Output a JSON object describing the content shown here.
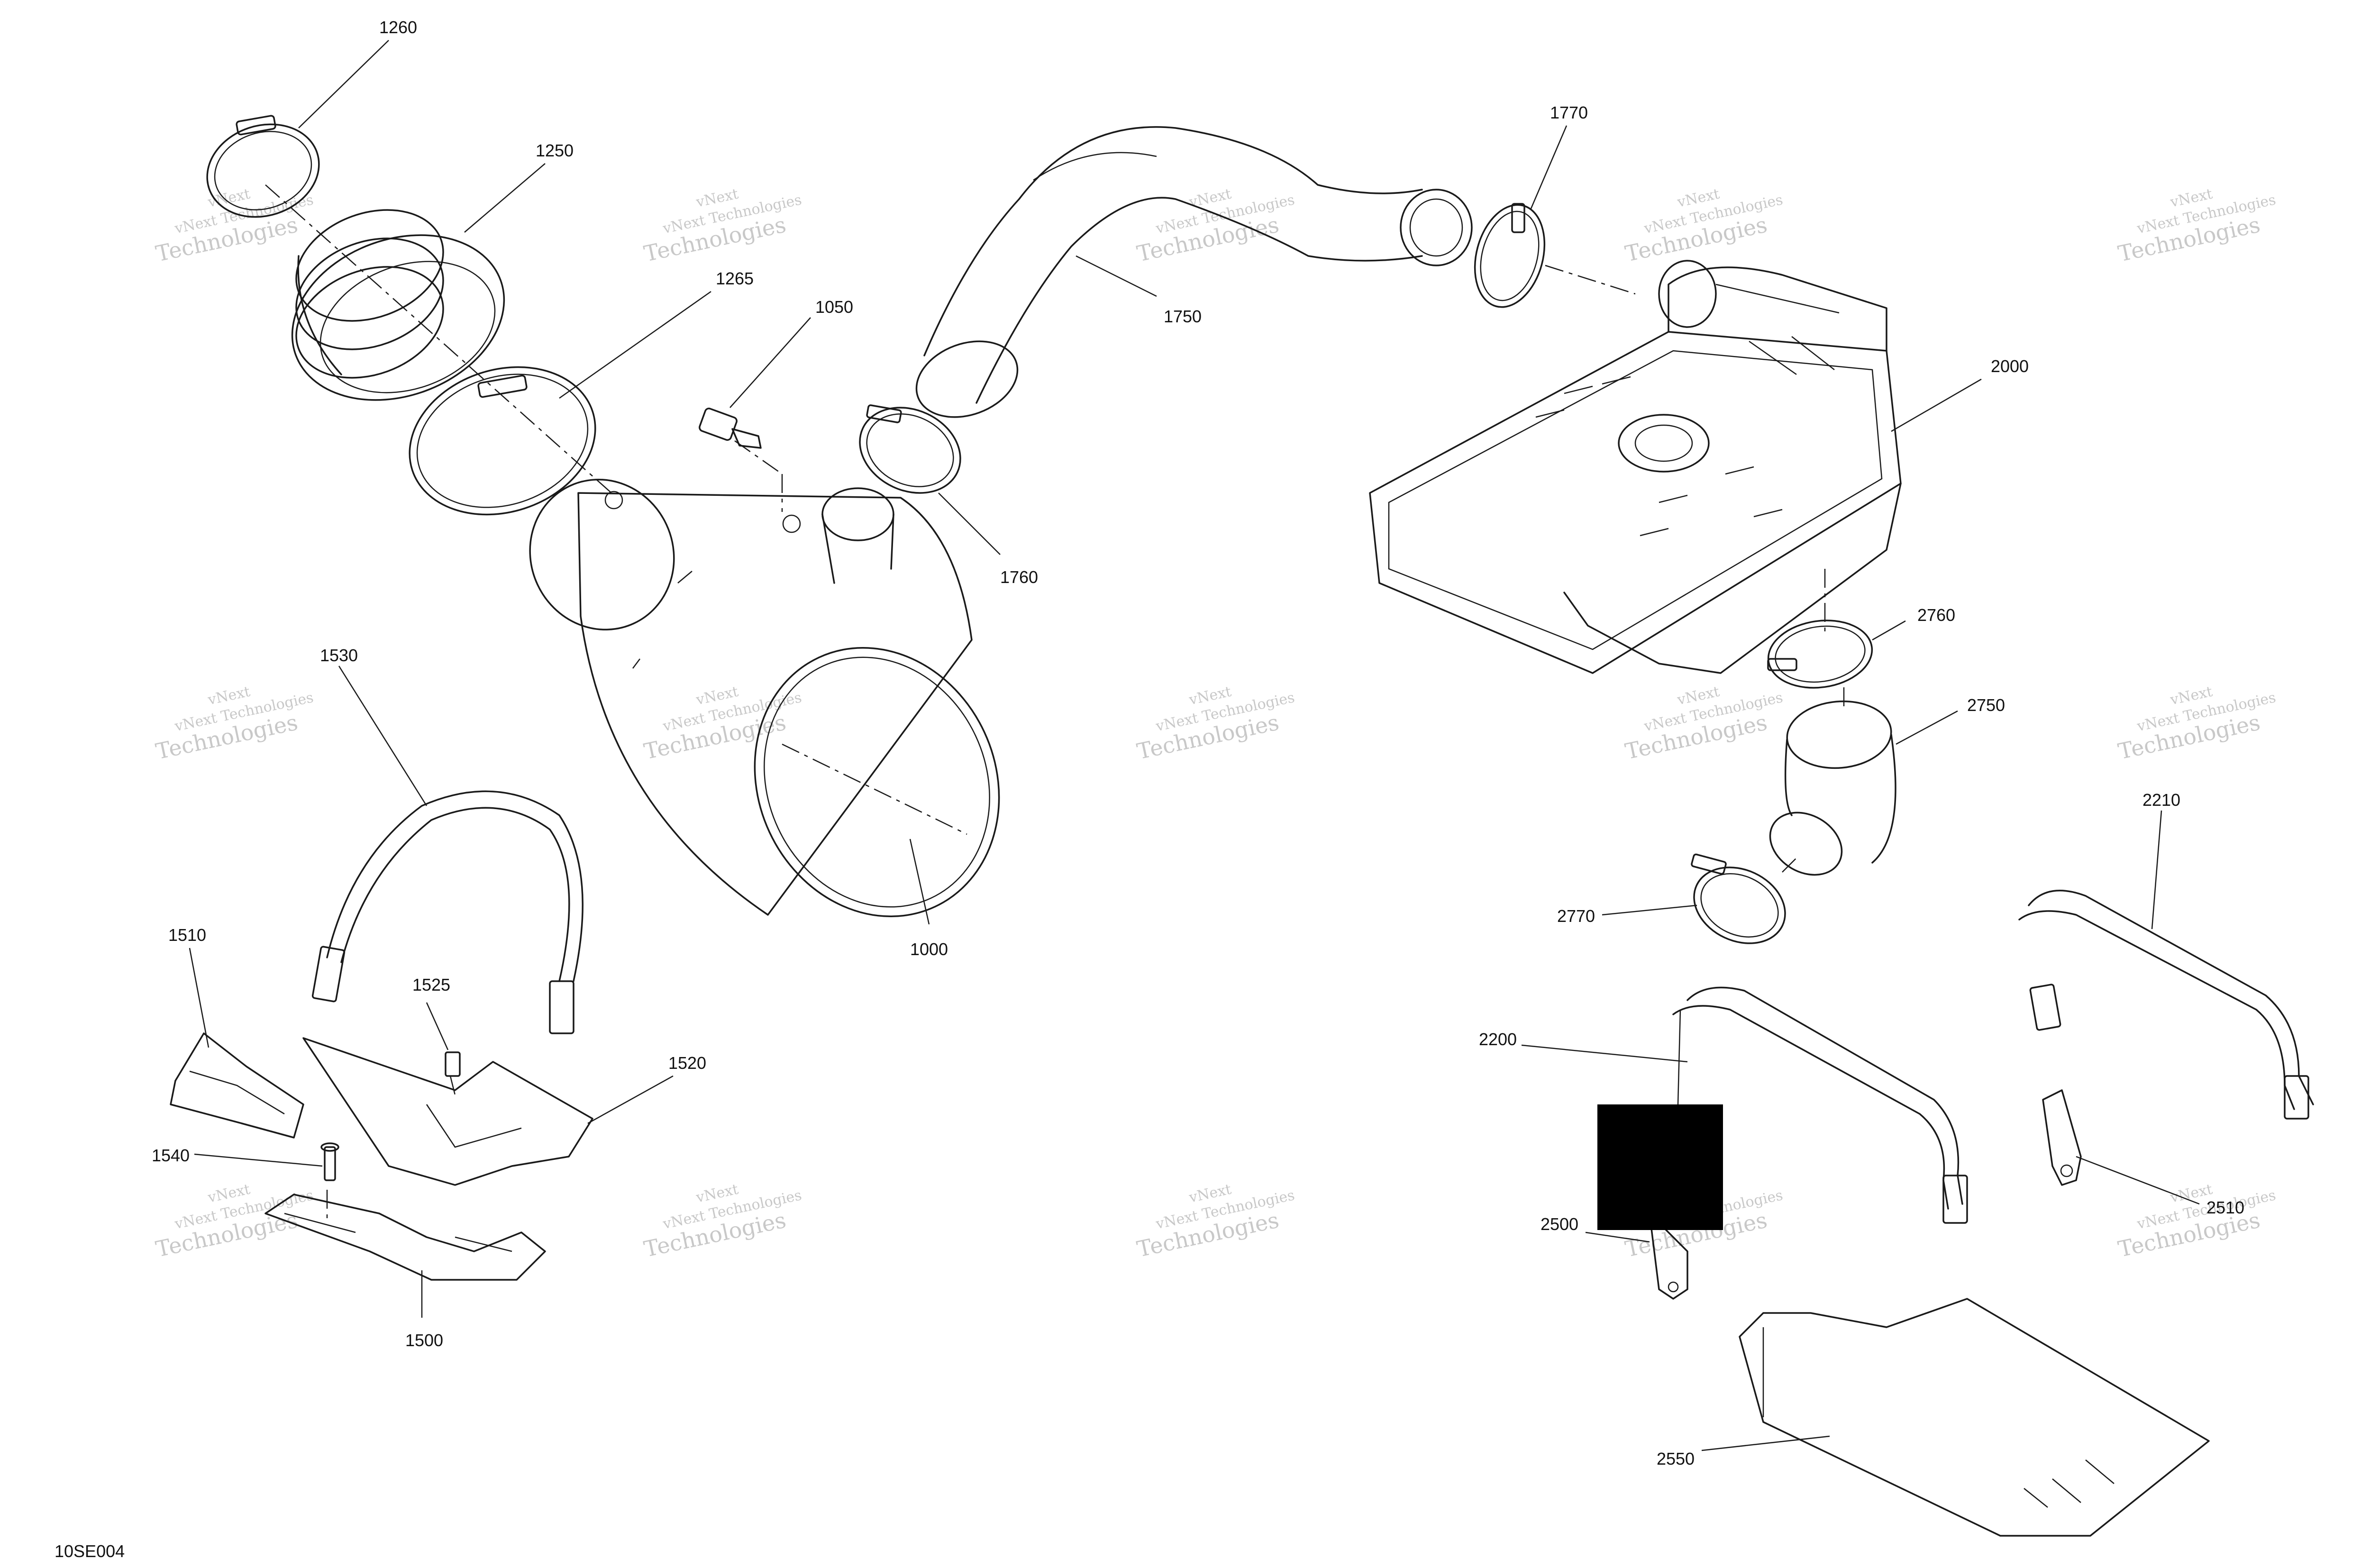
{
  "document_id": "10SE004",
  "watermark": {
    "line1": "vNext",
    "line2": "vNext Technologies",
    "line3": "Technologies",
    "color": "#c8c8c8"
  },
  "redaction_color": "#000000",
  "callouts": [
    {
      "id": "1260",
      "label": "1260"
    },
    {
      "id": "1250",
      "label": "1250"
    },
    {
      "id": "1265",
      "label": "1265"
    },
    {
      "id": "1050",
      "label": "1050"
    },
    {
      "id": "1750",
      "label": "1750"
    },
    {
      "id": "1760",
      "label": "1760"
    },
    {
      "id": "1770",
      "label": "1770"
    },
    {
      "id": "2000",
      "label": "2000"
    },
    {
      "id": "2760",
      "label": "2760"
    },
    {
      "id": "2750",
      "label": "2750"
    },
    {
      "id": "2770",
      "label": "2770"
    },
    {
      "id": "2210",
      "label": "2210"
    },
    {
      "id": "2200",
      "label": "2200"
    },
    {
      "id": "2500",
      "label": "2500"
    },
    {
      "id": "2510",
      "label": "2510"
    },
    {
      "id": "2550",
      "label": "2550"
    },
    {
      "id": "1530",
      "label": "1530"
    },
    {
      "id": "1510",
      "label": "1510"
    },
    {
      "id": "1525",
      "label": "1525"
    },
    {
      "id": "1520",
      "label": "1520"
    },
    {
      "id": "1540",
      "label": "1540"
    },
    {
      "id": "1500",
      "label": "1500"
    },
    {
      "id": "1000",
      "label": "1000"
    }
  ]
}
